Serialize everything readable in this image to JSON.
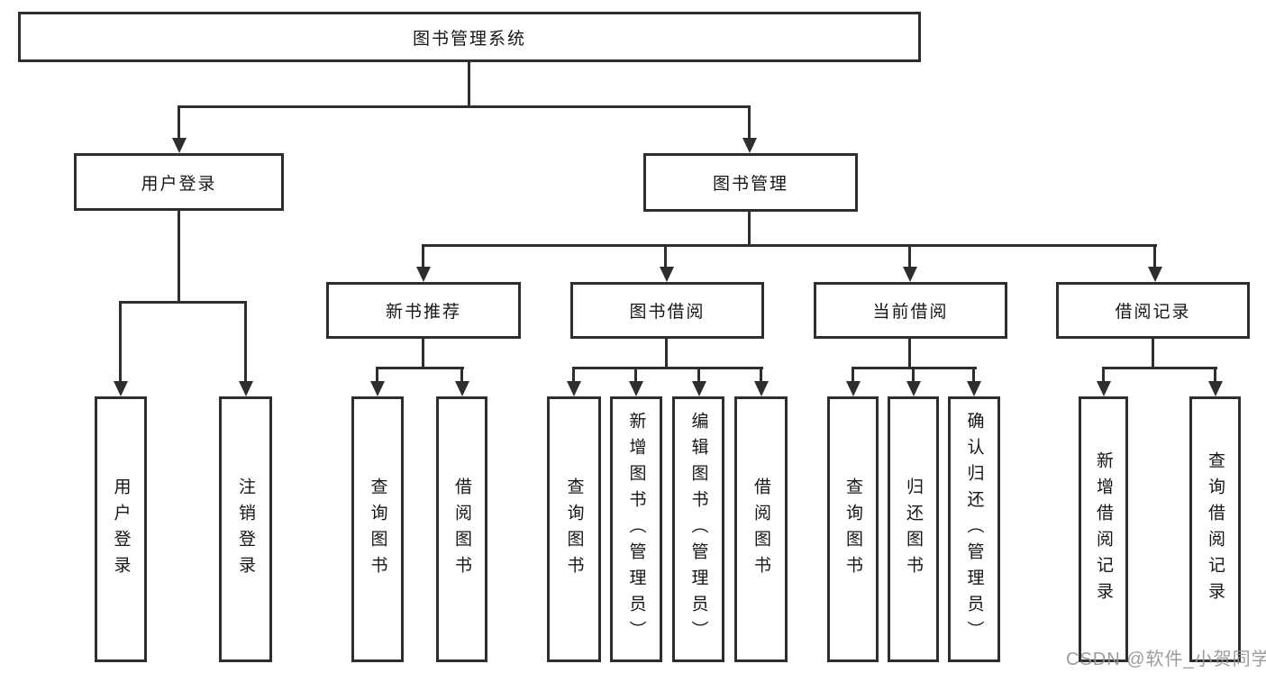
{
  "diagram": {
    "root": {
      "label": "图书管理系统"
    },
    "login": {
      "label": "用户登录",
      "children": [
        {
          "label": "用户登录"
        },
        {
          "label": "注销登录"
        }
      ]
    },
    "management": {
      "label": "图书管理",
      "children": [
        {
          "label": "新书推荐",
          "children": [
            {
              "label": "查询图书"
            },
            {
              "label": "借阅图书"
            }
          ]
        },
        {
          "label": "图书借阅",
          "children": [
            {
              "label": "查询图书"
            },
            {
              "label": "新增图书（管理员）"
            },
            {
              "label": "编辑图书（管理员）"
            },
            {
              "label": "借阅图书"
            }
          ]
        },
        {
          "label": "当前借阅",
          "children": [
            {
              "label": "查询图书"
            },
            {
              "label": "归还图书"
            },
            {
              "label": "确认归还（管理员）"
            }
          ]
        },
        {
          "label": "借阅记录",
          "children": [
            {
              "label": "新增借阅记录"
            },
            {
              "label": "查询借阅记录"
            }
          ]
        }
      ]
    }
  },
  "watermark": {
    "text": "CSDN @软件_小贺同学"
  },
  "colors": {
    "line": "#2e2e2e",
    "text": "#161616",
    "background": "#ffffff",
    "watermark": "#949494"
  }
}
